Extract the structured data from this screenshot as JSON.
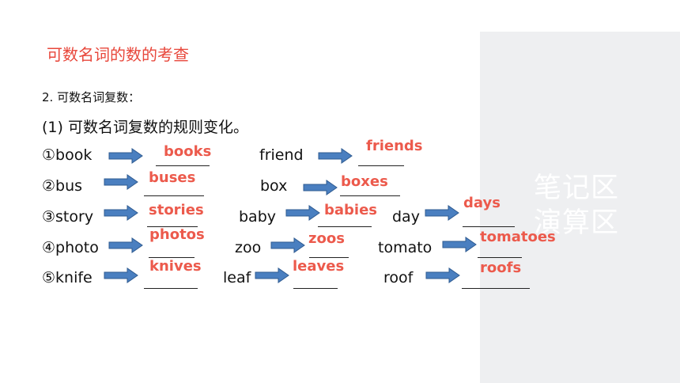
{
  "notes_panel": {
    "label": "笔记区\n演算区"
  },
  "title": "可数名词的数的考查",
  "subhead": "2. 可数名词复数：",
  "rule_heading": "(1) 可数名词复数的规则变化。",
  "colors": {
    "accent_red": "#e8473b",
    "answer_red": "#ec5a4c",
    "arrow_blue": "#4a7fc0"
  },
  "items": [
    {
      "word": "①book",
      "answer": "books"
    },
    {
      "word": "friend",
      "answer": "friends"
    },
    {
      "word": "②bus",
      "answer": "buses"
    },
    {
      "word": "box",
      "answer": "boxes"
    },
    {
      "word": "③story",
      "answer": "stories"
    },
    {
      "word": "baby",
      "answer": "babies"
    },
    {
      "word": "day",
      "answer": "days"
    },
    {
      "word": "④photo",
      "answer": "photos"
    },
    {
      "word": "zoo",
      "answer": "zoos"
    },
    {
      "word": "tomato",
      "answer": "tomatoes"
    },
    {
      "word": "⑤knife",
      "answer": "knives"
    },
    {
      "word": "leaf",
      "answer": "leaves"
    },
    {
      "word": "roof",
      "answer": "roofs"
    }
  ]
}
